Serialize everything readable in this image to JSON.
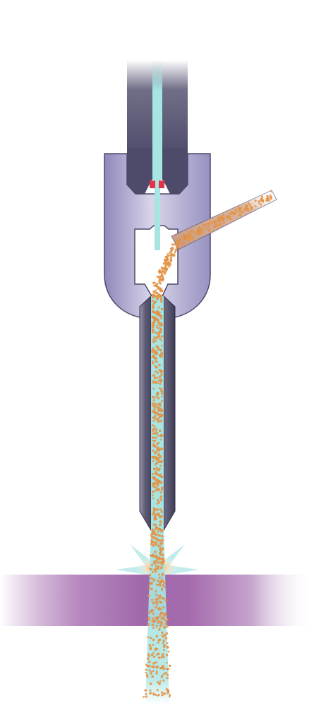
{
  "diagram": {
    "description_visible_text": "",
    "parts": [
      {
        "id": "water-supply-tube"
      },
      {
        "id": "water-jet"
      },
      {
        "id": "orifice-jewel"
      },
      {
        "id": "mixing-chamber"
      },
      {
        "id": "abrasive-feed-tube"
      },
      {
        "id": "focusing-nozzle"
      },
      {
        "id": "abrasive-particles"
      },
      {
        "id": "workpiece"
      },
      {
        "id": "cutting-spark"
      }
    ]
  },
  "colors": {
    "tube_dark": "#4d4a6a",
    "housing": "#9b95c4",
    "water": "#a8e4e2",
    "orifice": "#e2334b",
    "abrasive": "#f0a050",
    "abrasive_feed": "#d3a07f",
    "workpiece": "#a46aae",
    "nozzle": "#55536e"
  }
}
